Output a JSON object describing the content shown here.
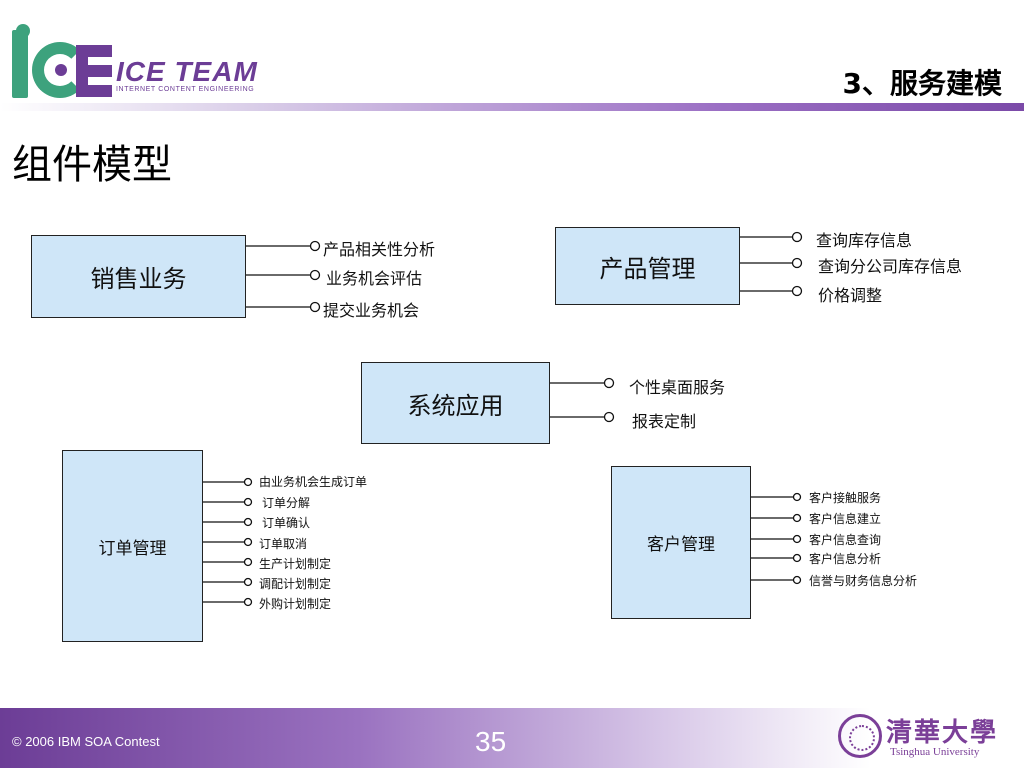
{
  "header": {
    "logo_text": "ICE TEAM",
    "logo_subtitle": "INTERNET  CONTENT  ENGINEERING",
    "section_title": "3、服务建模"
  },
  "page_title": "组件模型",
  "components": {
    "sales": {
      "title": "销售业务",
      "services": [
        "产品相关性分析",
        "业务机会评估",
        "提交业务机会"
      ]
    },
    "product": {
      "title": "产品管理",
      "services": [
        "查询库存信息",
        "查询分公司库存信息",
        "价格调整"
      ]
    },
    "system": {
      "title": "系统应用",
      "services": [
        "个性桌面服务",
        "报表定制"
      ]
    },
    "order": {
      "title": "订单管理",
      "services": [
        "由业务机会生成订单",
        "订单分解",
        "订单确认",
        "订单取消",
        "生产计划制定",
        "调配计划制定",
        "外购计划制定"
      ]
    },
    "customer": {
      "title": "客户管理",
      "services": [
        "客户接触服务",
        "客户信息建立",
        "客户信息查询",
        "客户信息分析",
        "信誉与财务信息分析"
      ]
    }
  },
  "footer": {
    "copyright": "© 2006 IBM SOA Contest",
    "page_number": "35",
    "university_cn": "清華大學",
    "university_en": "Tsinghua University"
  },
  "colors": {
    "accent": "#6c3d96",
    "logo_green": "#3da27d",
    "box_fill": "#cfe6f8"
  }
}
